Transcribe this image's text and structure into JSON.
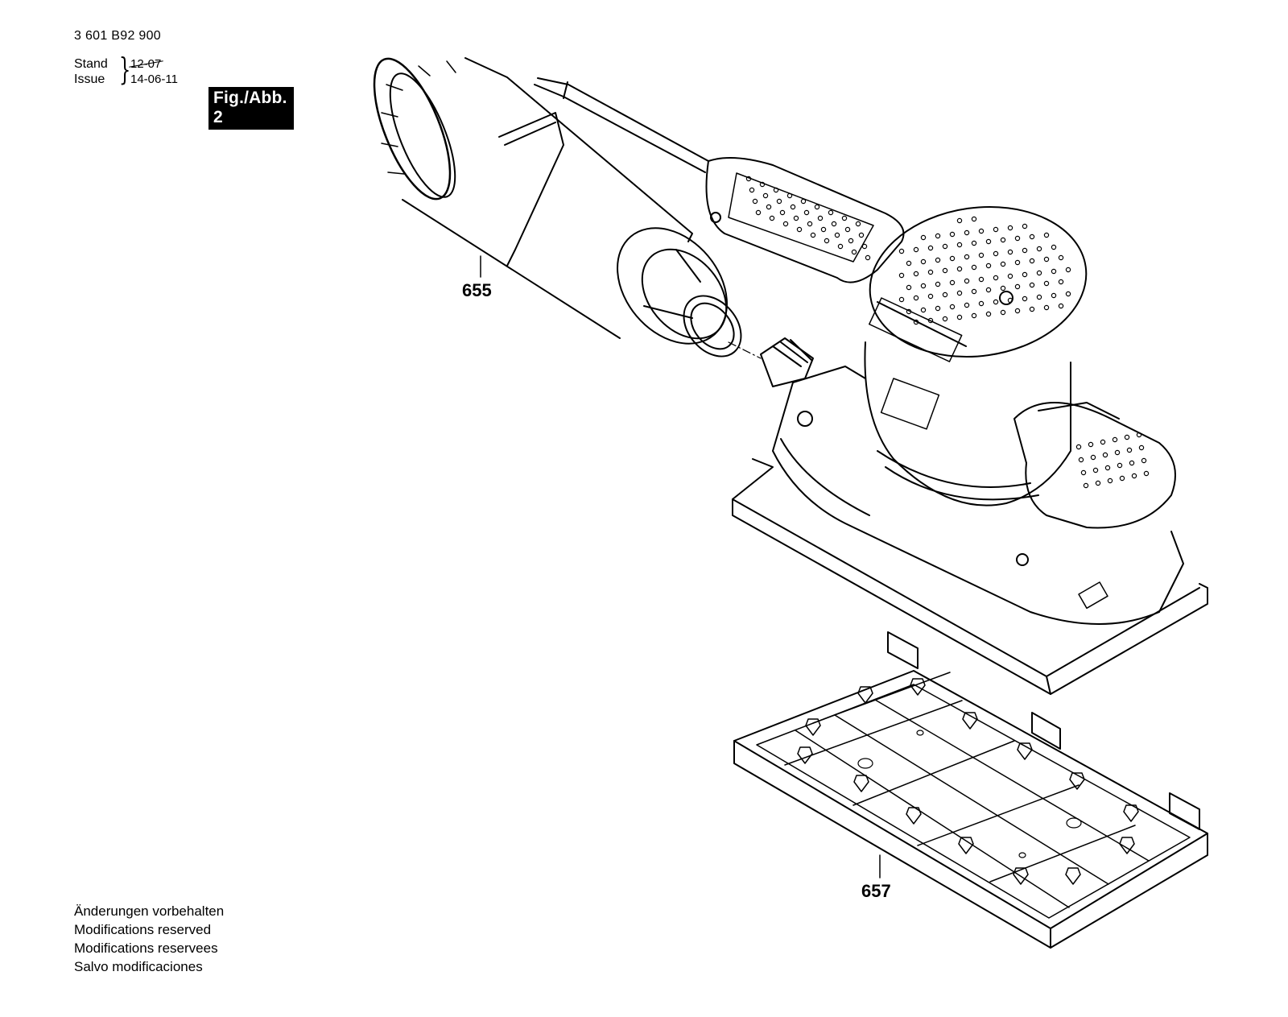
{
  "header": {
    "part_number": "3 601 B92 900",
    "stand_label": "Stand",
    "issue_label": "Issue",
    "old_date": "12-07",
    "issue_date": "14-06-11",
    "figure_label": "Fig./Abb. 2"
  },
  "callouts": [
    "655",
    "657"
  ],
  "footer": [
    "Änderungen vorbehalten",
    "Modifications reserved",
    "Modifications reservees",
    "Salvo modificaciones"
  ],
  "colors": {
    "line": "#000000",
    "background": "#ffffff"
  }
}
